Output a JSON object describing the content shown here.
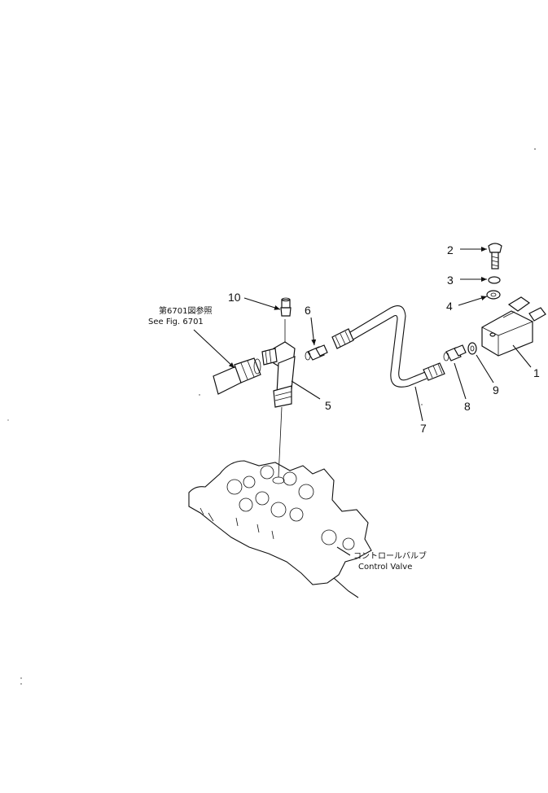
{
  "callouts": [
    "1",
    "2",
    "3",
    "4",
    "5",
    "6",
    "7",
    "8",
    "9",
    "10"
  ],
  "notes": {
    "see_fig_jp": "第6701図参照",
    "see_fig_en": "See Fig. 6701",
    "control_valve_jp": "コントロールバルブ",
    "control_valve_en": "Control Valve"
  }
}
